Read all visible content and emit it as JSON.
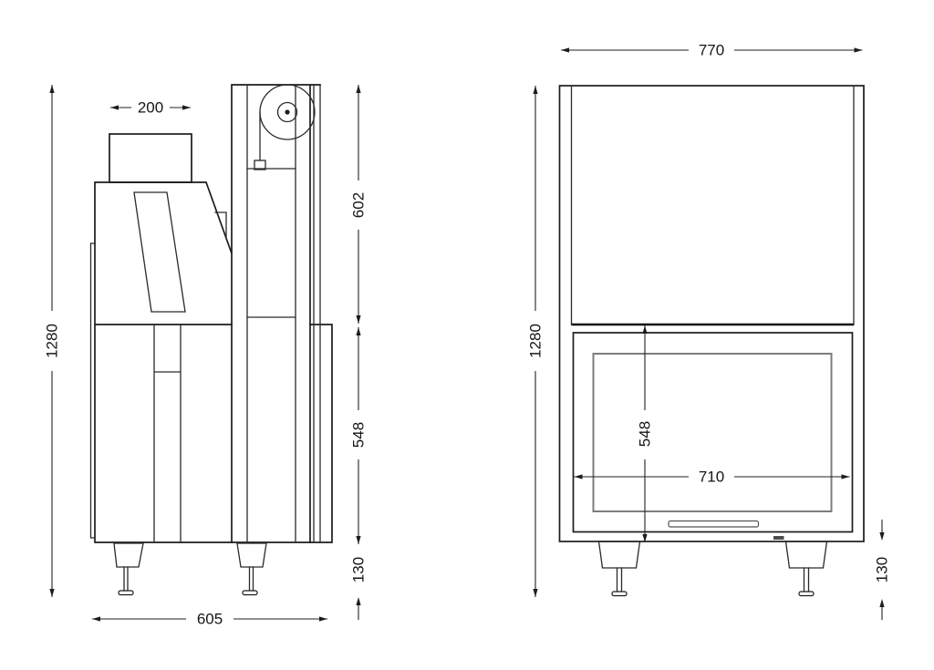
{
  "drawing": {
    "type": "technical-dimension-drawing",
    "colors": {
      "background": "#ffffff",
      "line": "#1c1c1c",
      "glass_line": "#7d7d7d",
      "badge": "#4c4c4c"
    },
    "side_view": {
      "dims": {
        "flue_width": "200",
        "upper_height": "602",
        "firebox_height": "548",
        "feet_height": "130",
        "total_height": "1280",
        "depth": "605"
      }
    },
    "front_view": {
      "dims": {
        "width": "770",
        "total_height": "1280",
        "door_height": "548",
        "door_width": "710",
        "feet_height": "130"
      }
    }
  }
}
